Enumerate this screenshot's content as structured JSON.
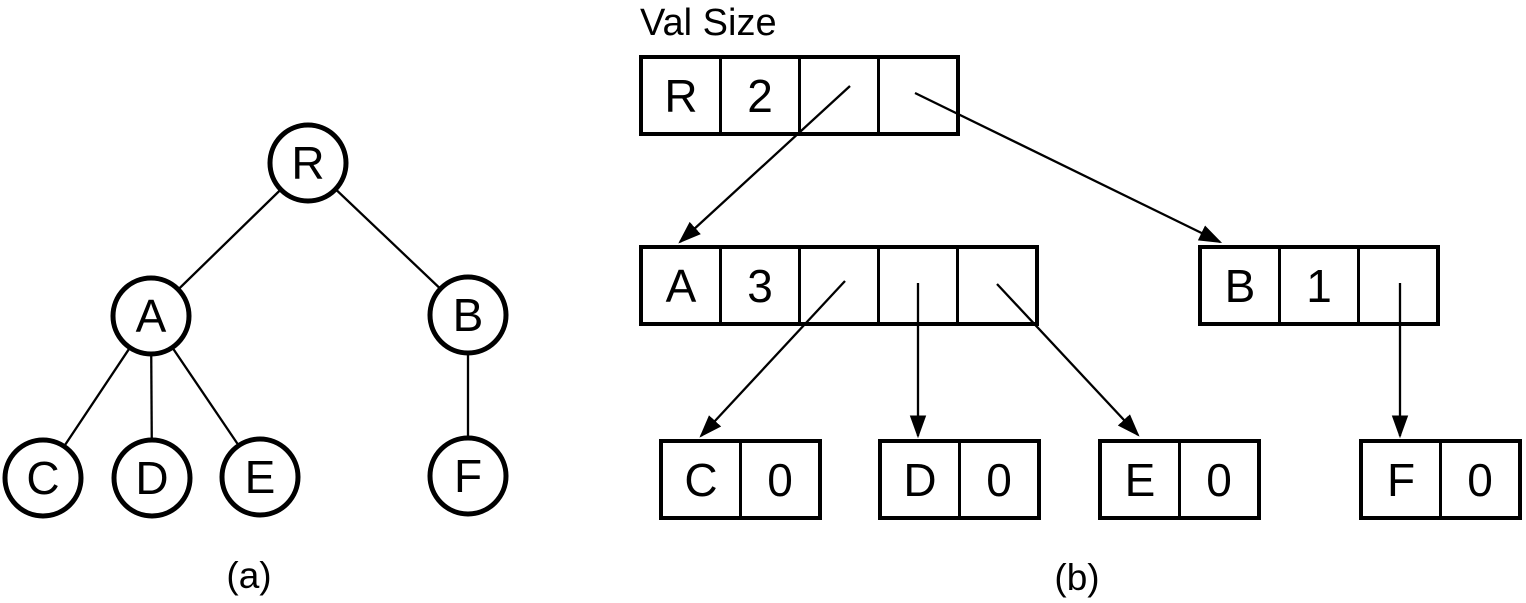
{
  "colors": {
    "ink": "#000000",
    "background": "#ffffff"
  },
  "panel_a": {
    "caption": "(a)",
    "tree": {
      "nodes": {
        "R": "R",
        "A": "A",
        "B": "B",
        "C": "C",
        "D": "D",
        "E": "E",
        "F": "F"
      },
      "edges": [
        [
          "R",
          "A"
        ],
        [
          "R",
          "B"
        ],
        [
          "A",
          "C"
        ],
        [
          "A",
          "D"
        ],
        [
          "A",
          "E"
        ],
        [
          "B",
          "F"
        ]
      ]
    }
  },
  "panel_b": {
    "caption": "(b)",
    "columns_header": "Val Size",
    "records": {
      "R": {
        "val": "R",
        "size": "2",
        "points_to": [
          "A",
          "B"
        ]
      },
      "A": {
        "val": "A",
        "size": "3",
        "points_to": [
          "C",
          "D",
          "E"
        ]
      },
      "B": {
        "val": "B",
        "size": "1",
        "points_to": [
          "F"
        ]
      },
      "C": {
        "val": "C",
        "size": "0",
        "points_to": []
      },
      "D": {
        "val": "D",
        "size": "0",
        "points_to": []
      },
      "E": {
        "val": "E",
        "size": "0",
        "points_to": []
      },
      "F": {
        "val": "F",
        "size": "0",
        "points_to": []
      }
    }
  }
}
